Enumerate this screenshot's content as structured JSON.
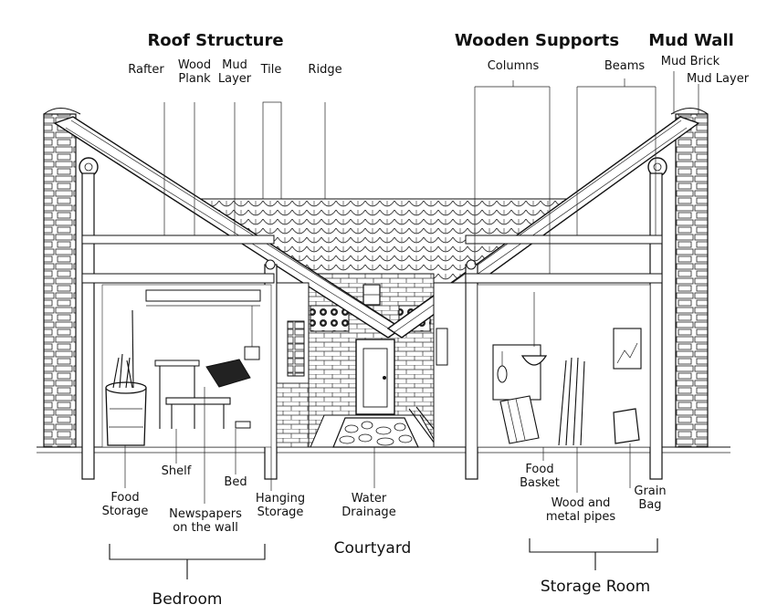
{
  "groups": {
    "roof_structure": "Roof Structure",
    "wooden_supports": "Wooden Supports",
    "mud_wall": "Mud Wall",
    "courtyard": "Courtyard",
    "bedroom": "Bedroom",
    "storage_room": "Storage Room"
  },
  "labels": {
    "rafter": "Rafter",
    "wood_plank": [
      "Wood",
      "Plank"
    ],
    "mud_layer_roof": [
      "Mud",
      "Layer"
    ],
    "tile": "Tile",
    "ridge": "Ridge",
    "columns": "Columns",
    "beams": "Beams",
    "mud_brick": "Mud Brick",
    "mud_layer_wall": "Mud Layer",
    "shelf": "Shelf",
    "bed": "Bed",
    "food_storage": [
      "Food",
      "Storage"
    ],
    "newspapers": [
      "Newspapers",
      "on the wall"
    ],
    "hanging_storage": [
      "Hanging",
      "Storage"
    ],
    "water_drainage": [
      "Water",
      "Drainage"
    ],
    "food_basket": [
      "Food",
      "Basket"
    ],
    "wood_metal_pipes": [
      "Wood and",
      "metal pipes"
    ],
    "grain_bag": [
      "Grain",
      "Bag"
    ]
  }
}
